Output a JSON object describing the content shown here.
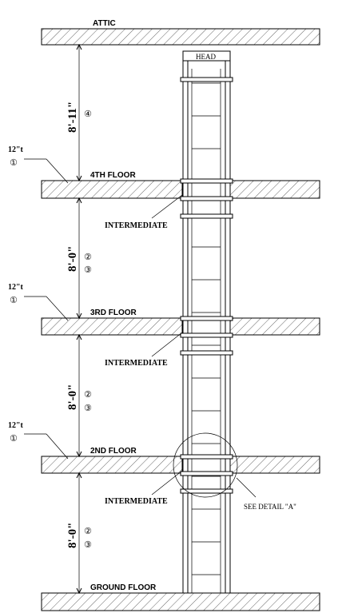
{
  "labels": {
    "attic": "ATTIC",
    "fourth_floor": "4TH FLOOR",
    "third_floor": "3RD FLOOR",
    "second_floor": "2ND FLOOR",
    "ground_floor": "GROUND FLOOR",
    "head": "HEAD",
    "intermediate": "INTERMEDIATE",
    "see_detail": "SEE DETAIL \"A\""
  },
  "dimensions": {
    "attic_to_4th": "8'-11\"",
    "fourth_to_3rd": "8'-0\"",
    "third_to_2nd": "8'-0\"",
    "second_to_ground": "8'-0\""
  },
  "slab_thickness": "12\"t",
  "notes": {
    "n1": "①",
    "n2": "②",
    "n3": "③",
    "n4": "④"
  }
}
